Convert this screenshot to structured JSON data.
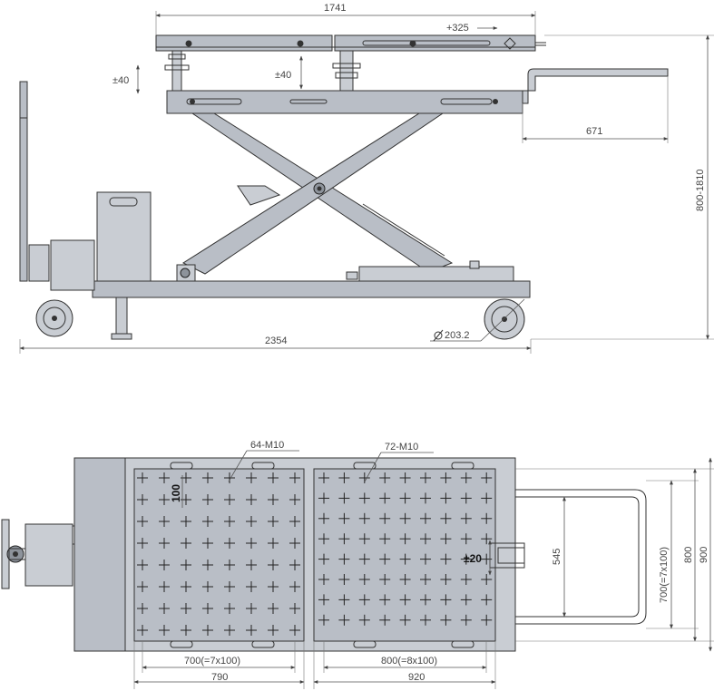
{
  "side_view": {
    "dim_top_length": "1741",
    "dim_extension": "+325",
    "dim_plate_adjust": "±40",
    "dim_post_adjust": "±40",
    "dim_handle_length": "671",
    "dim_height_range": "800-1810",
    "dim_total_length": "2354",
    "dim_wheel_diameter": "203.2"
  },
  "top_view": {
    "label_left_holes": "64-M10",
    "label_right_holes": "72-M10",
    "dim_grid_pitch": "100",
    "dim_lateral_adjust": "±20",
    "dim_inner_width": "545",
    "dim_grid_height": "700(=7x100)",
    "dim_width_800": "800",
    "dim_width_900": "900",
    "dim_left_grid": "700(=7x100)",
    "dim_left_plate": "790",
    "dim_right_grid": "800(=8x100)",
    "dim_right_plate": "920"
  }
}
